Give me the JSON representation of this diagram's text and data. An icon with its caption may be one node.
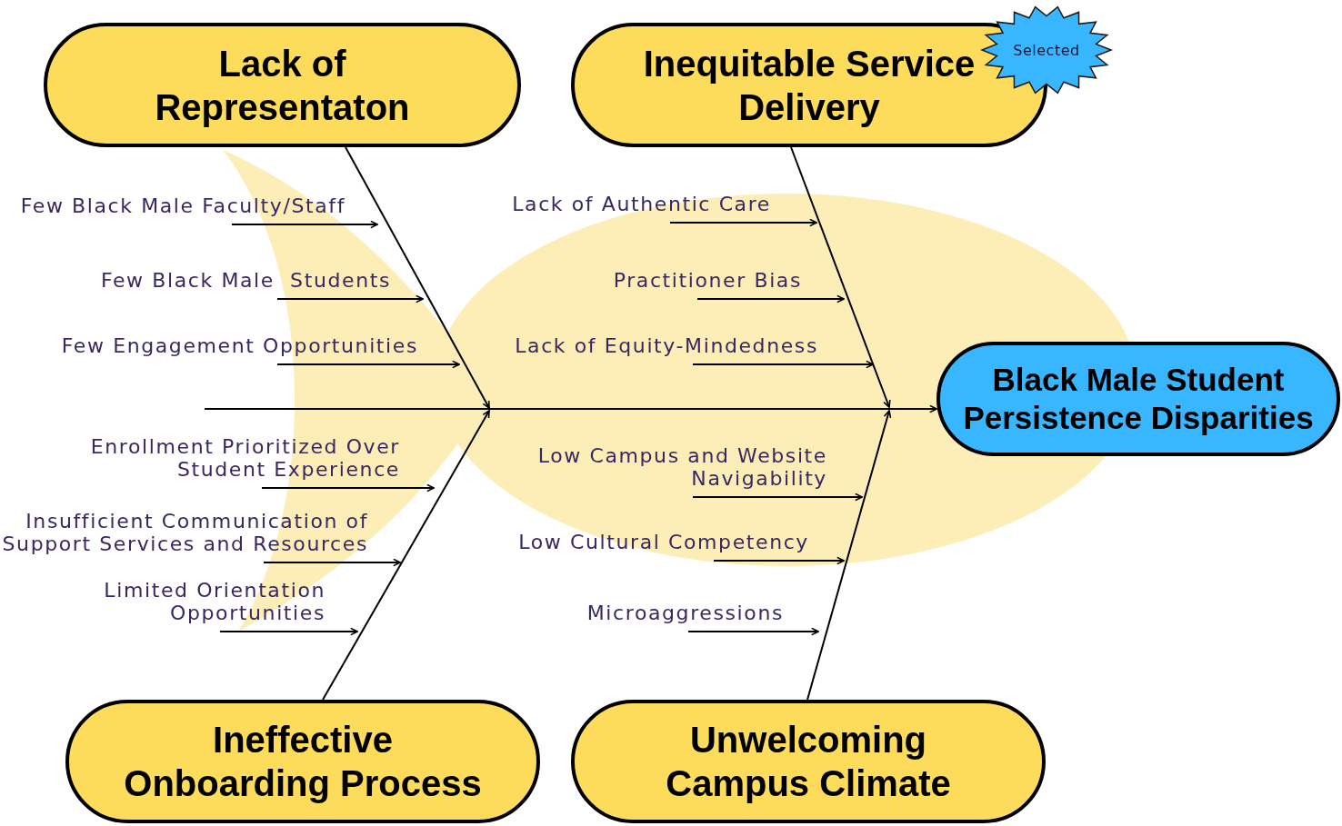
{
  "diagram": {
    "nodes": [
      {
        "text": [
          "Lack of Representaton"
        ]
      },
      {
        "text": [
          "Inequitable Service Delivery"
        ]
      },
      {
        "text": [
          "Selected"
        ]
      },
      {
        "text": [
          "Black Male Student Persistence Disparities"
        ]
      },
      {
        "text": [
          "Ineffective Onboarding Process"
        ]
      },
      {
        "text": [
          "Unwelcoming Campus Climate"
        ]
      },
      {
        "text": [
          "Few Black Male Faculty/Staff"
        ]
      },
      {
        "text": [
          "Few Black Male  Students"
        ]
      },
      {
        "text": [
          "Few Engagement Opportunities"
        ]
      },
      {
        "text": [
          "Enrollment Prioritized Over Student Experience"
        ]
      },
      {
        "text": [
          "Insufficient Communication of Support Services and Resources"
        ]
      },
      {
        "text": [
          "Limited Orientation Opportunities"
        ]
      },
      {
        "text": [
          "Lack of Authentic Care"
        ]
      },
      {
        "text": [
          "Practitioner Bias"
        ]
      },
      {
        "text": [
          "Lack of Equity-Mindedness"
        ]
      },
      {
        "text": [
          "Low Campus and Website Navigability"
        ]
      },
      {
        "text": [
          "Low Cultural Competency"
        ]
      },
      {
        "text": [
          "Microaggressions"
        ]
      }
    ],
    "edges": [
      {
        "from": null,
        "to": 3,
        "arrow": "to"
      },
      {
        "from": 0,
        "to": null,
        "arrow": "to"
      },
      {
        "from": 1,
        "to": null,
        "arrow": "to"
      },
      {
        "from": 4,
        "to": null,
        "arrow": "to"
      },
      {
        "from": 5,
        "to": null,
        "arrow": "to"
      },
      {
        "from": 6,
        "to": null,
        "arrow": "to"
      },
      {
        "from": 7,
        "to": null,
        "arrow": "to"
      },
      {
        "from": 8,
        "to": null,
        "arrow": "to"
      },
      {
        "from": 9,
        "to": null,
        "arrow": "to"
      },
      {
        "from": 10,
        "to": null,
        "arrow": "to"
      },
      {
        "from": 11,
        "to": null,
        "arrow": "to"
      },
      {
        "from": 12,
        "to": null,
        "arrow": "to"
      },
      {
        "from": 13,
        "to": null,
        "arrow": "to"
      },
      {
        "from": 14,
        "to": null,
        "arrow": "to"
      },
      {
        "from": 15,
        "to": null,
        "arrow": "to"
      },
      {
        "from": 16,
        "to": null,
        "arrow": "to"
      },
      {
        "from": 17,
        "to": null,
        "arrow": "to"
      }
    ]
  }
}
